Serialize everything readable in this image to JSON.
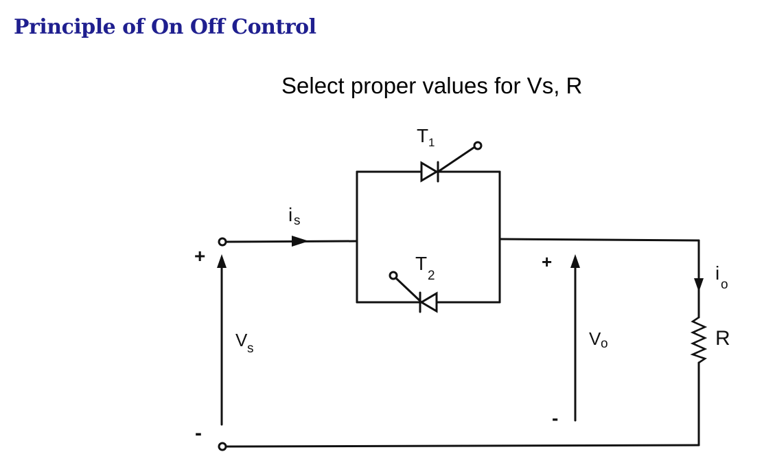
{
  "page": {
    "title": "Principle of On Off Control",
    "subtitle": "Select proper values for Vs, R"
  },
  "diagram": {
    "labels": {
      "t1": "T",
      "t1_sub": "1",
      "t2": "T",
      "t2_sub": "2",
      "is": "i",
      "is_sub": "s",
      "io": "i",
      "io_sub": "o",
      "vs": "V",
      "vs_sub": "s",
      "vo": "V",
      "vo_sub": "o",
      "r": "R",
      "plus": "+",
      "minus": "-"
    }
  }
}
